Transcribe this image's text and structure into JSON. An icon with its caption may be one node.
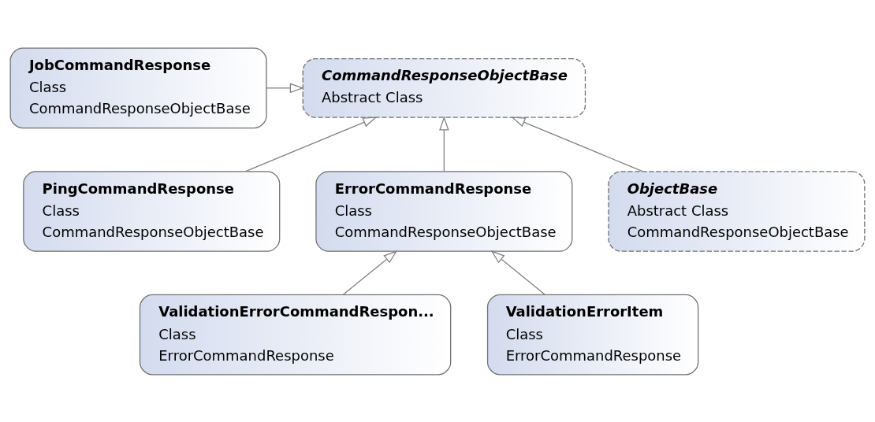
{
  "diagram": {
    "nodes": [
      {
        "text": [
          "JobCommandResponse",
          "Class",
          "CommandResponseObjectBase"
        ]
      },
      {
        "text": [
          "CommandResponseObjectBase",
          "Abstract Class"
        ]
      },
      {
        "text": [
          "PingCommandResponse",
          "Class",
          "CommandResponseObjectBase"
        ]
      },
      {
        "text": [
          "ErrorCommandResponse",
          "Class",
          "CommandResponseObjectBase"
        ]
      },
      {
        "text": [
          "ObjectBase",
          "Abstract Class",
          "CommandResponseObjectBase"
        ]
      },
      {
        "text": [
          "ValidationErrorCommandRespon...",
          "Class",
          "ErrorCommandResponse"
        ]
      },
      {
        "text": [
          "ValidationErrorItem",
          "Class",
          "ErrorCommandResponse"
        ]
      }
    ],
    "edges": [
      {
        "from": 0,
        "to": 1,
        "arrow": "to"
      },
      {
        "from": 2,
        "to": 1,
        "arrow": "to"
      },
      {
        "from": 3,
        "to": 1,
        "arrow": "to"
      },
      {
        "from": 4,
        "to": 1,
        "arrow": "to"
      },
      {
        "from": 5,
        "to": 3,
        "arrow": "to"
      },
      {
        "from": 6,
        "to": 3,
        "arrow": "to"
      }
    ]
  }
}
